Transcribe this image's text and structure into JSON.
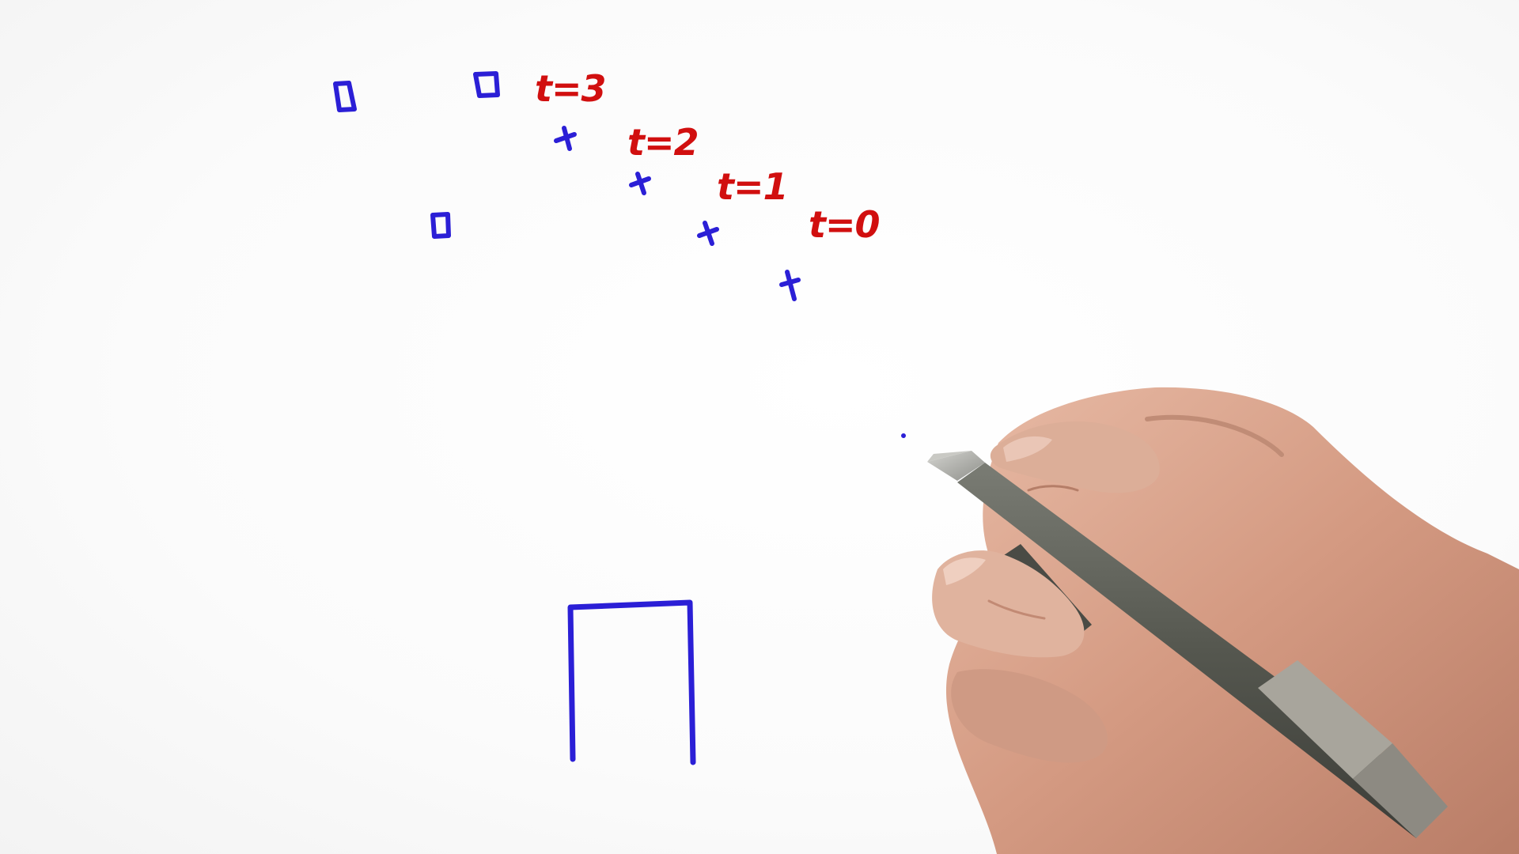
{
  "drawing": {
    "colors": {
      "ink_blue": "#2b1fd6",
      "ink_red": "#d10f0f",
      "skin": "#d9a58e",
      "pen_body": "#5d5f58",
      "pen_tip": "#a9aaa6"
    },
    "time_labels": [
      {
        "label": "t=3"
      },
      {
        "label": "t=2"
      },
      {
        "label": "t=1"
      },
      {
        "label": "t=0"
      }
    ],
    "landmark_count": 3,
    "measurement_count": 4,
    "door_shape": "door-frame",
    "hand_with_pen": "hand-holding-stylus"
  }
}
